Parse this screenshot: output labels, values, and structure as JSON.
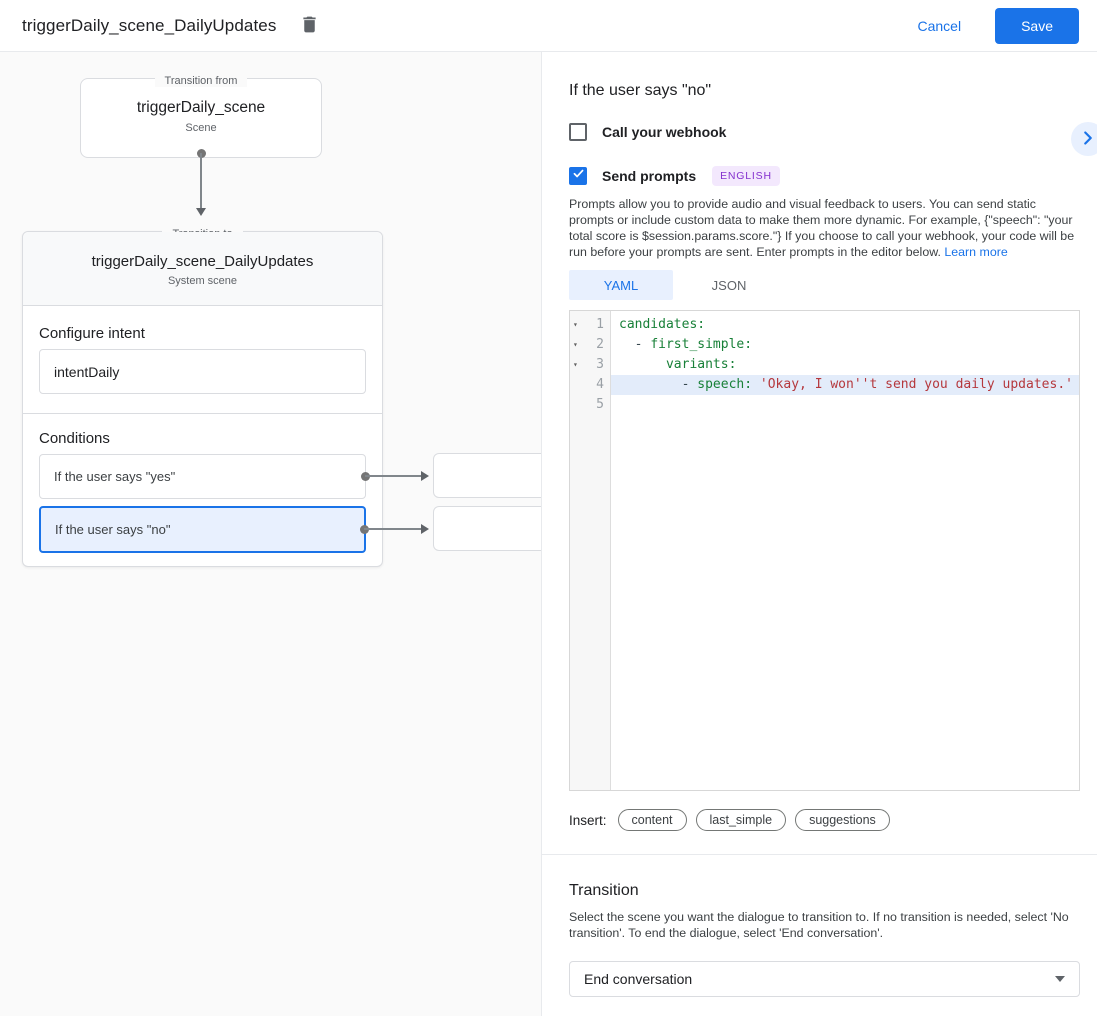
{
  "header": {
    "title": "triggerDaily_scene_DailyUpdates",
    "cancel_label": "Cancel",
    "save_label": "Save"
  },
  "canvas": {
    "from_node": {
      "label": "Transition from",
      "title": "triggerDaily_scene",
      "subtitle": "Scene"
    },
    "to_node": {
      "label": "Transition to",
      "title": "triggerDaily_scene_DailyUpdates",
      "subtitle": "System scene",
      "intent_heading": "Configure intent",
      "intent_value": "intentDaily",
      "conditions_heading": "Conditions",
      "conditions": [
        {
          "label": "If the user says \"yes\"",
          "selected": false
        },
        {
          "label": "If the user says \"no\"",
          "selected": true
        }
      ]
    }
  },
  "panel": {
    "title": "If the user says \"no\"",
    "webhook_checkbox": {
      "label": "Call your webhook",
      "checked": false
    },
    "prompts_checkbox": {
      "label": "Send prompts",
      "checked": true,
      "badge": "ENGLISH"
    },
    "description": "Prompts allow you to provide audio and visual feedback to users. You can send static prompts or include custom data to make them more dynamic. For example, {\"speech\": \"your total score is $session.params.score.\"} If you choose to call your webhook, your code will be run before your prompts are sent. Enter prompts in the editor below.",
    "learn_more_label": "Learn more",
    "tabs": [
      {
        "label": "YAML",
        "active": true
      },
      {
        "label": "JSON",
        "active": false
      }
    ],
    "editor": {
      "lines": [
        {
          "num": "1",
          "fold": true,
          "highlight": false,
          "tokens": [
            {
              "c": "key",
              "t": "candidates:"
            }
          ]
        },
        {
          "num": "2",
          "fold": true,
          "highlight": false,
          "tokens": [
            {
              "c": "plain",
              "t": "  - "
            },
            {
              "c": "key",
              "t": "first_simple:"
            }
          ]
        },
        {
          "num": "3",
          "fold": true,
          "highlight": false,
          "tokens": [
            {
              "c": "plain",
              "t": "      "
            },
            {
              "c": "key",
              "t": "variants:"
            }
          ]
        },
        {
          "num": "4",
          "fold": false,
          "highlight": true,
          "tokens": [
            {
              "c": "plain",
              "t": "        - "
            },
            {
              "c": "key",
              "t": "speech:"
            },
            {
              "c": "plain",
              "t": " "
            },
            {
              "c": "str",
              "t": "'Okay, I won''t send you daily updates.'"
            }
          ]
        },
        {
          "num": "5",
          "fold": false,
          "highlight": false,
          "tokens": []
        }
      ]
    },
    "insert": {
      "label": "Insert:",
      "chips": [
        "content",
        "last_simple",
        "suggestions"
      ]
    },
    "transition": {
      "heading": "Transition",
      "description": "Select the scene you want the dialogue to transition to. If no transition is needed, select 'No transition'. To end the dialogue, select 'End conversation'.",
      "selected_value": "End conversation"
    }
  },
  "icons": {
    "trash": "trash-icon",
    "chevron_right": "chevron-right-icon",
    "checkmark": "checkmark-icon",
    "dropdown_caret": "caret-down-icon"
  },
  "colors": {
    "accent_blue": "#1a73e8",
    "selected_bg": "#e8f0fe",
    "badge_text": "#8430ce",
    "badge_bg": "#f3e8fd",
    "code_key": "#188038",
    "code_string": "#b5383d",
    "line_highlight": "#e3ecfa",
    "canvas_bg": "#fafafa"
  }
}
